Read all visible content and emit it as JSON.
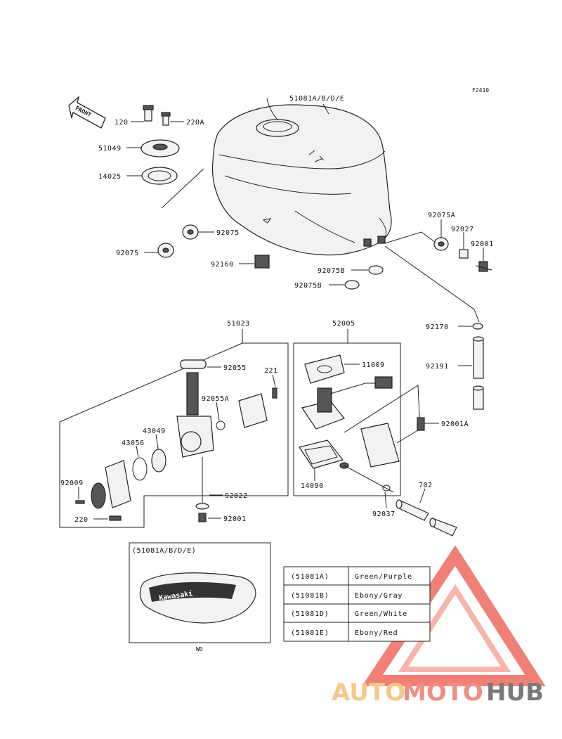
{
  "figure_code": "F2410",
  "front_label": "FRONT",
  "callouts": {
    "tank": "51081A/B/D/E",
    "bolt_120": "120",
    "screw_220A": "220A",
    "cap_51049": "51049",
    "ring_14025": "14025",
    "damper_92075_left": "92075",
    "damper_92075_right": "92075",
    "damper_92075A": "92075A",
    "collar_92027": "92027",
    "bolt_92001_top": "92001",
    "block_92160": "92160",
    "damper_92075B_a": "92075B",
    "damper_92075B_b": "92075B",
    "clip_92170": "92170",
    "hose_92191": "92191",
    "cock_51023": "51023",
    "oring_92055": "92055",
    "screw_221": "221",
    "oring_92055A": "92055A",
    "gasket_43049": "43049",
    "oring_43056": "43056",
    "screw_92009": "92009",
    "screw_220": "220",
    "washer_92022": "92022",
    "bolt_92001_bottom": "92001",
    "pump_52005": "52005",
    "gasket_11009": "11009",
    "bolt_92001A": "92001A",
    "filter_14090": "14090",
    "clamp_92037": "92037",
    "hose_702": "702"
  },
  "inset": {
    "title": "(51081A/B/D/E)",
    "decal_text": "Kawasaki",
    "caption": "WD"
  },
  "color_table": [
    {
      "code": "(51081A)",
      "color": "Green/Purple"
    },
    {
      "code": "(51081B)",
      "color": "Ebony/Gray"
    },
    {
      "code": "(51081D)",
      "color": "Green/White"
    },
    {
      "code": "(51081E)",
      "color": "Ebony/Red"
    }
  ],
  "watermark": {
    "part1": "AUTO",
    "part2": "MOTO",
    "part3": "HUB",
    "color1": "#f4c88a",
    "color2": "#f08c84",
    "color3": "#7a7a7a",
    "logo_color": "#ee6a5e"
  }
}
